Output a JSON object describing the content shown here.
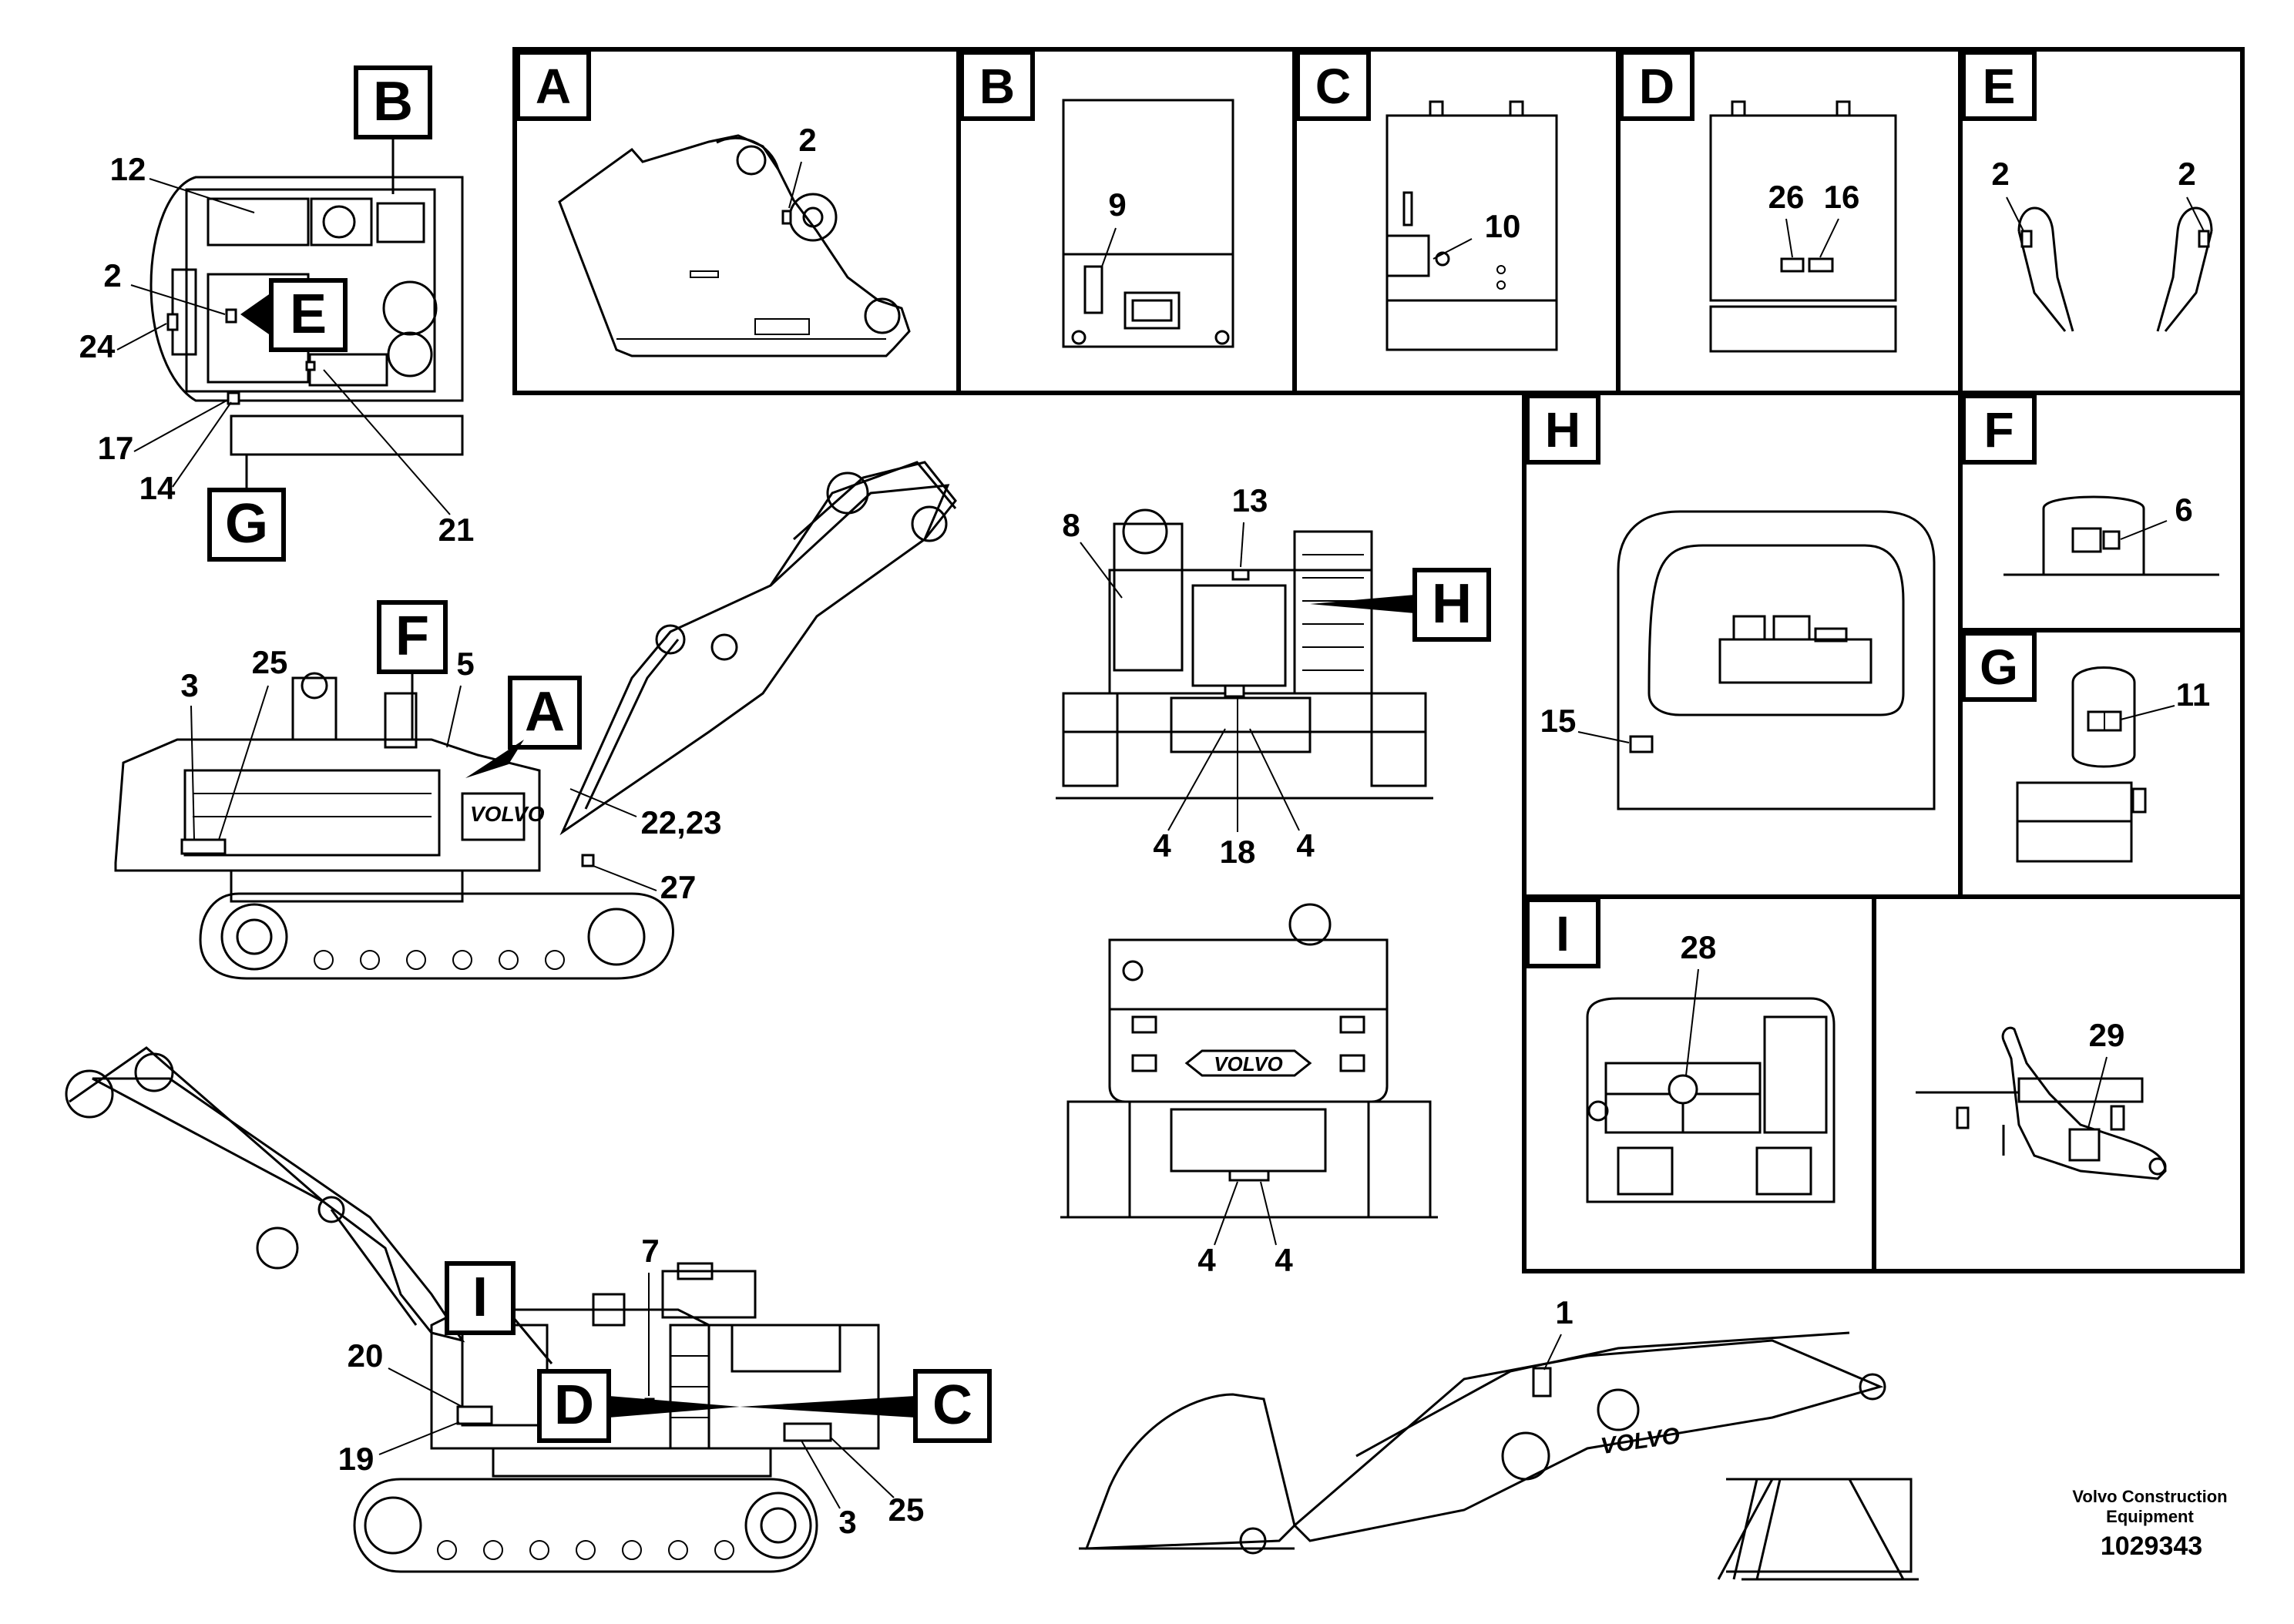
{
  "panels": {
    "A": {
      "letter": "A",
      "labels": [
        "2"
      ]
    },
    "B": {
      "letter": "B",
      "labels": [
        "9"
      ]
    },
    "C": {
      "letter": "C",
      "labels": [
        "10"
      ]
    },
    "D": {
      "letter": "D",
      "labels": [
        "26",
        "16"
      ]
    },
    "E": {
      "letter": "E",
      "labels": [
        "2",
        "2"
      ]
    },
    "F": {
      "letter": "F",
      "labels": [
        "6"
      ]
    },
    "G": {
      "letter": "G",
      "labels": [
        "11"
      ]
    },
    "H": {
      "letter": "H",
      "labels": [
        "15"
      ]
    },
    "I": {
      "letter": "I",
      "labels": [
        "28"
      ]
    },
    "J": {
      "labels": [
        "29"
      ]
    }
  },
  "top_view": {
    "letters": [
      "B",
      "E",
      "G"
    ],
    "labels": [
      "12",
      "2",
      "24",
      "17",
      "14",
      "21"
    ]
  },
  "side_view_left": {
    "letters": [
      "F",
      "A"
    ],
    "labels": [
      "3",
      "25",
      "5",
      "22,23",
      "27"
    ],
    "brand": "VOLVO"
  },
  "front_view": {
    "letters": [
      "H"
    ],
    "labels": [
      "8",
      "13",
      "4",
      "18",
      "4"
    ]
  },
  "rear_view": {
    "brand": "VOLVO",
    "labels": [
      "4",
      "4"
    ]
  },
  "side_view_right": {
    "letters": [
      "I",
      "D",
      "C"
    ],
    "labels": [
      "7",
      "20",
      "19",
      "3",
      "25"
    ]
  },
  "boom_view": {
    "labels": [
      "1"
    ],
    "brand": "VOLVO"
  },
  "footer": {
    "company_line1": "Volvo Construction",
    "company_line2": "Equipment",
    "drawing_number": "1029343"
  }
}
